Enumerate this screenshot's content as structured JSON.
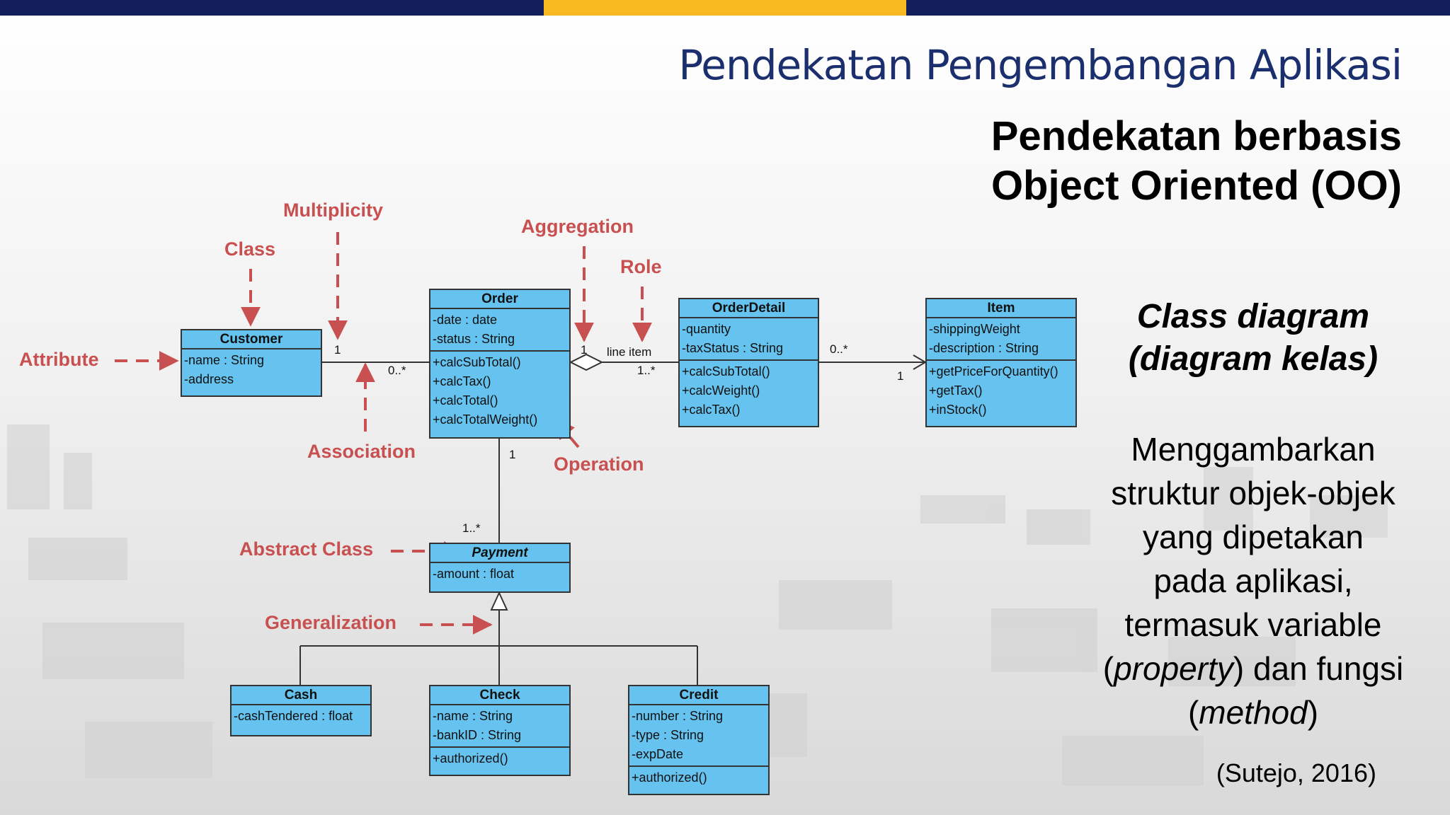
{
  "header": {
    "title": "Pendekatan Pengembangan Aplikasi",
    "subtitle_line1": "Pendekatan berbasis",
    "subtitle_line2": "Object Oriented (OO)"
  },
  "right_panel": {
    "cd_line1": "Class diagram",
    "cd_line2": "(diagram kelas)",
    "desc_line1": "Menggambarkan",
    "desc_line2": "struktur objek-objek",
    "desc_line3": "yang dipetakan",
    "desc_line4": "pada aplikasi,",
    "desc_line5": "termasuk variable",
    "desc_prop_open": "(",
    "desc_prop_word": "property",
    "desc_prop_rest": ") dan fungsi",
    "desc_method_open": "(",
    "desc_method_word": "method",
    "desc_method_close": ")",
    "citation": "(Sutejo, 2016)"
  },
  "colors": {
    "navy": "#121e5c",
    "gold": "#f7b820",
    "class_fill": "#66c2ee",
    "annotation": "#c85050",
    "title_blue": "#1b2f6e"
  },
  "diagram": {
    "classes": {
      "customer": {
        "name": "Customer",
        "attributes": [
          "-name : String",
          "-address"
        ],
        "operations": []
      },
      "order": {
        "name": "Order",
        "attributes": [
          "-date : date",
          "-status : String"
        ],
        "operations": [
          "+calcSubTotal()",
          "+calcTax()",
          "+calcTotal()",
          "+calcTotalWeight()"
        ]
      },
      "orderdetail": {
        "name": "OrderDetail",
        "attributes": [
          "-quantity",
          "-taxStatus : String"
        ],
        "operations": [
          "+calcSubTotal()",
          "+calcWeight()",
          "+calcTax()"
        ]
      },
      "item": {
        "name": "Item",
        "attributes": [
          "-shippingWeight",
          "-description : String"
        ],
        "operations": [
          "+getPriceForQuantity()",
          "+getTax()",
          "+inStock()"
        ]
      },
      "payment": {
        "name": "Payment",
        "attributes": [
          "-amount : float"
        ],
        "operations": []
      },
      "cash": {
        "name": "Cash",
        "attributes": [
          "-cashTendered : float"
        ],
        "operations": []
      },
      "check": {
        "name": "Check",
        "attributes": [
          "-name : String",
          "-bankID : String"
        ],
        "operations": [
          "+authorized()"
        ]
      },
      "credit": {
        "name": "Credit",
        "attributes": [
          "-number : String",
          "-type : String",
          "-expDate"
        ],
        "operations": [
          "+authorized()"
        ]
      }
    },
    "annotations": {
      "multiplicity": "Multiplicity",
      "class": "Class",
      "attribute": "Attribute",
      "aggregation": "Aggregation",
      "role": "Role",
      "association": "Association",
      "operation": "Operation",
      "abstract_class": "Abstract Class",
      "generalization": "Generalization"
    },
    "multiplicities": {
      "customer_side": "1",
      "order_side": "0..*",
      "order_agg": "1",
      "role_name": "line item",
      "detail_side": "1..*",
      "detail_item": "0..*",
      "item_side": "1",
      "order_payment": "1",
      "payment_side": "1..*"
    }
  }
}
